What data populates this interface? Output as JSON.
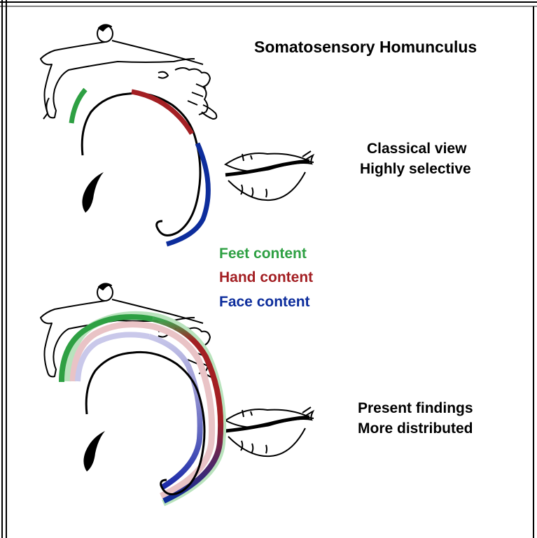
{
  "title": "Somatosensory Homunculus",
  "classical": {
    "line1": "Classical view",
    "line2": "Highly selective"
  },
  "present": {
    "line1": "Present findings",
    "line2": "More distributed"
  },
  "legend": {
    "feet": {
      "label": "Feet content",
      "color": "#2ea043"
    },
    "hand": {
      "label": "Hand content",
      "color": "#a31f23"
    },
    "face": {
      "label": "Face content",
      "color": "#0d2d9c"
    }
  }
}
